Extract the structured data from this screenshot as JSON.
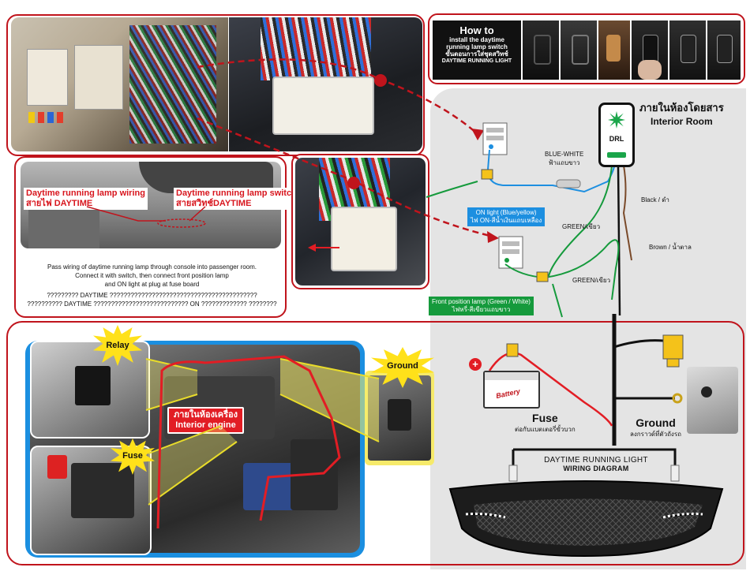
{
  "howto": {
    "title": "How to",
    "line1": "install the daytime",
    "line2": "running lamp switch",
    "line3_th": "ขั้นตอนการใส่ชุดสวิทช์",
    "line4": "DAYTIME RUNNING LIGHT"
  },
  "interior_room": {
    "th": "ภายในห้องโดยสาร",
    "en": "Interior Room"
  },
  "switch": {
    "label": "DRL"
  },
  "wires": {
    "blue_white_en": "BLUE-WHITE",
    "blue_white_th": "ฟ้าแถบขาว",
    "black": "Black / ดำ",
    "green1": "GREEN/เขียว",
    "green2": "GREEN/เขียว",
    "brown": "Brown / น้ำตาล"
  },
  "on_light": {
    "en": "ON light (Blue/yellow)",
    "th": "ไฟ ON-สีน้ำเงินแถบเหลือง"
  },
  "front_lamp": {
    "en": "Front position lamp (Green / White)",
    "th": "ไฟหรี่-สีเขียวแถบขาว"
  },
  "console": {
    "wiring_en": "Daytime running lamp wiring",
    "wiring_th": "สายไฟ DAYTIME",
    "switch_en": "Daytime running lamp switch",
    "switch_th": "สายสวิทช์DAYTIME",
    "desc1": "Pass wiring of daytime running lamp through console into passenger room.",
    "desc2": "Connect it with switch, then connect front position lamp",
    "desc3": "and ON light at plug at fuse board",
    "q1": "????????? DAYTIME ??????????????????????????????????????????",
    "q2": "?????????? DAYTIME ??????????????????????????? ON ????????????? ????????"
  },
  "engine": {
    "th": "ภายในห้องเครื่อง",
    "en": "Interior engine"
  },
  "bursts": {
    "relay": "Relay",
    "fuse": "Fuse",
    "ground": "Ground"
  },
  "battery": {
    "label": "Battery"
  },
  "fuse_note": {
    "title": "Fuse",
    "th": "ต่อกับแบตเตอรี่ขั้วบวก"
  },
  "ground_note": {
    "title": "Ground",
    "th": "ลงกราวด์ที่ตัวถังรถ"
  },
  "diagram": {
    "title1": "DAYTIME RUNNING LIGHT",
    "title2": "WIRING DIAGRAM"
  },
  "colors": {
    "red": "#c0141c",
    "blue": "#1d8fe0",
    "green": "#159a3c",
    "lightpanel": "#e6e6e6"
  }
}
